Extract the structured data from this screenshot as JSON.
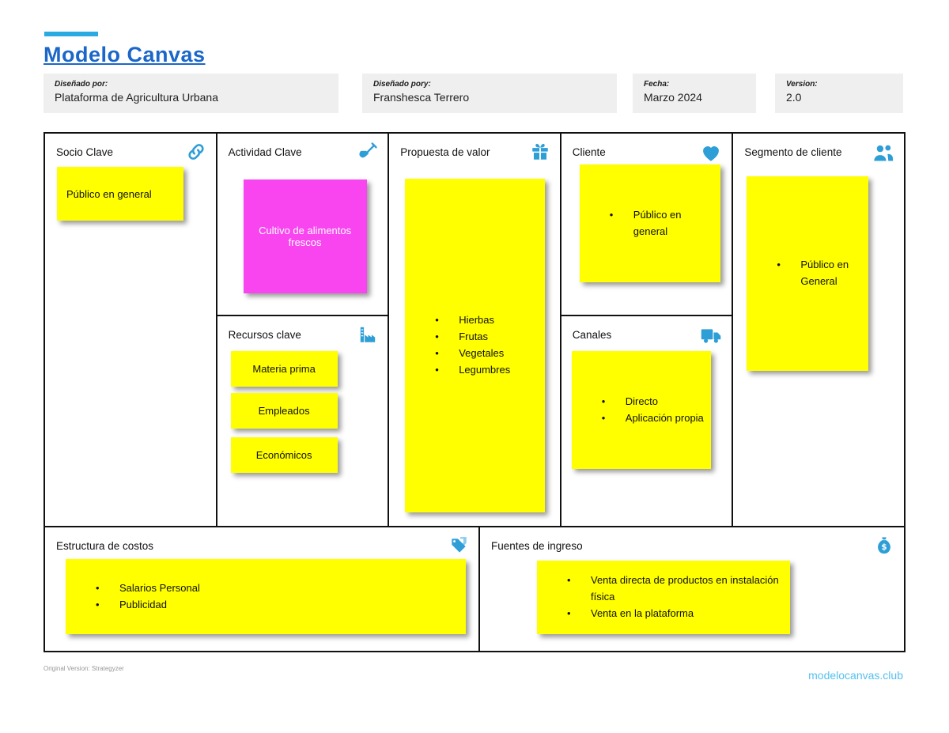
{
  "page": {
    "title": "Modelo Canvas",
    "footer_left": "Original Version: Strategyzer",
    "footer_right": "modelocanvas.club"
  },
  "header_fields": [
    {
      "label": "Diseñado por:",
      "value": "Plataforma de Agricultura Urbana"
    },
    {
      "label": "Diseñado pory:",
      "value": "Franshesca Terrero"
    },
    {
      "label": "Fecha:",
      "value": "Marzo 2024"
    },
    {
      "label": "Version:",
      "value": "2.0"
    }
  ],
  "sections": {
    "socio": {
      "title": "Socio Clave",
      "icon": "link-icon",
      "note": "Público en general"
    },
    "actividad": {
      "title": "Actividad Clave",
      "icon": "shovel-icon",
      "note": "Cultivo de alimentos frescos"
    },
    "recursos": {
      "title": "Recursos clave",
      "icon": "factory-icon",
      "notes": [
        "Materia prima",
        "Empleados",
        "Económicos"
      ]
    },
    "propuesta": {
      "title": "Propuesta de valor",
      "icon": "gift-icon",
      "bullets": [
        "Hierbas",
        "Frutas",
        "Vegetales",
        "Legumbres"
      ]
    },
    "cliente": {
      "title": "Cliente",
      "icon": "heart-icon",
      "bullets": [
        "Público en general"
      ]
    },
    "canales": {
      "title": "Canales",
      "icon": "truck-icon",
      "bullets": [
        "Directo",
        "Aplicación propia"
      ]
    },
    "segmento": {
      "title": "Segmento de cliente",
      "icon": "users-icon",
      "bullets": [
        "Público en General"
      ]
    },
    "costos": {
      "title": "Estructura de costos",
      "icon": "tag-icon",
      "bullets": [
        "Salarios Personal",
        "Publicidad"
      ]
    },
    "ingresos": {
      "title": "Fuentes de ingreso",
      "icon": "money-bag-icon",
      "bullets": [
        "Venta directa de productos en instalación física",
        "Venta en la plataforma"
      ]
    }
  },
  "colors": {
    "title_blue": "#1B66C9",
    "accent_light_blue": "#29ABE2",
    "icon_blue": "#2E9ED7",
    "note_yellow": "#FFFF00",
    "note_magenta": "#F845F0",
    "field_gray": "#EFEFEF"
  }
}
